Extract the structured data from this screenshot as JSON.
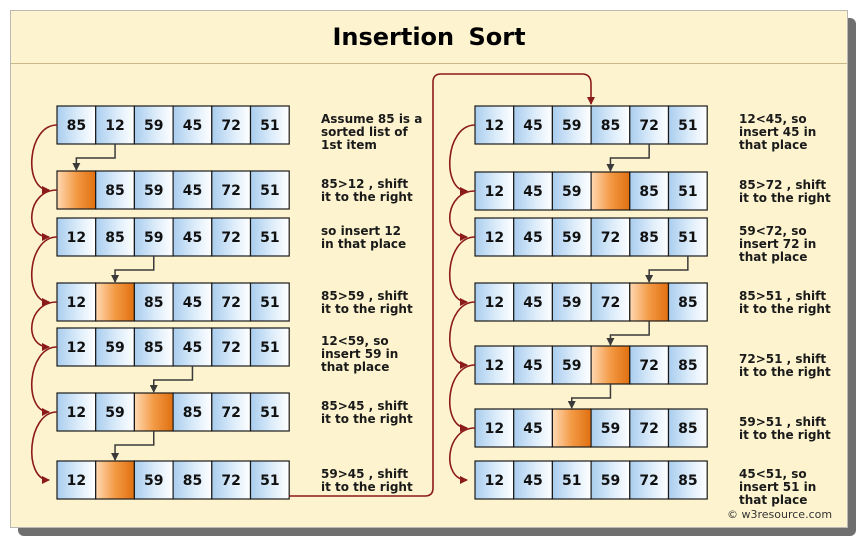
{
  "title": "Insertion Sort",
  "copyright": "© w3resource.com",
  "colors": {
    "cell_fill": "#cfe3f6",
    "cell_border": "#1a1a1a",
    "hole_fill": "#f08a2a",
    "arrow": "#8b1a1a",
    "pointer": "#3a3a3a",
    "background": "#fdf4cf"
  },
  "steps": [
    {
      "cells": [
        "85",
        "12",
        "59",
        "45",
        "72",
        "51"
      ],
      "hole": null,
      "drop_from": null,
      "note": "Assume 85 is a\nsorted list of\n1st item"
    },
    {
      "cells": [
        "",
        "85",
        "59",
        "45",
        "72",
        "51"
      ],
      "hole": 0,
      "drop_from": 1,
      "note": "85>12 , shift\nit to the right"
    },
    {
      "cells": [
        "12",
        "85",
        "59",
        "45",
        "72",
        "51"
      ],
      "hole": null,
      "drop_from": null,
      "note": "so insert 12\nin that place"
    },
    {
      "cells": [
        "12",
        "",
        "85",
        "45",
        "72",
        "51"
      ],
      "hole": 1,
      "drop_from": 2,
      "note": "85>59 , shift\nit to the right"
    },
    {
      "cells": [
        "12",
        "59",
        "85",
        "45",
        "72",
        "51"
      ],
      "hole": null,
      "drop_from": null,
      "note": "12<59, so\ninsert 59 in\nthat place"
    },
    {
      "cells": [
        "12",
        "59",
        "",
        "85",
        "72",
        "51"
      ],
      "hole": 2,
      "drop_from": 3,
      "note": "85>45 , shift\nit to the right"
    },
    {
      "cells": [
        "12",
        "",
        "59",
        "85",
        "72",
        "51"
      ],
      "hole": 1,
      "drop_from": 2,
      "note": "59>45 , shift\nit to the right"
    },
    {
      "cells": [
        "12",
        "45",
        "59",
        "85",
        "72",
        "51"
      ],
      "hole": null,
      "drop_from": null,
      "note": "12<45, so\ninsert 45 in\nthat place"
    },
    {
      "cells": [
        "12",
        "45",
        "59",
        "",
        "85",
        "51"
      ],
      "hole": 3,
      "drop_from": 4,
      "note": "85>72 , shift\nit to the right"
    },
    {
      "cells": [
        "12",
        "45",
        "59",
        "72",
        "85",
        "51"
      ],
      "hole": null,
      "drop_from": null,
      "note": "59<72, so\ninsert 72 in\nthat place"
    },
    {
      "cells": [
        "12",
        "45",
        "59",
        "72",
        "",
        "85"
      ],
      "hole": 4,
      "drop_from": 5,
      "note": "85>51 , shift\nit to the right"
    },
    {
      "cells": [
        "12",
        "45",
        "59",
        "",
        "72",
        "85"
      ],
      "hole": 3,
      "drop_from": 4,
      "note": "72>51 , shift\nit to the right"
    },
    {
      "cells": [
        "12",
        "45",
        "",
        "59",
        "72",
        "85"
      ],
      "hole": 2,
      "drop_from": 3,
      "note": "59>51 , shift\nit to the right"
    },
    {
      "cells": [
        "12",
        "45",
        "51",
        "59",
        "72",
        "85"
      ],
      "hole": null,
      "drop_from": null,
      "note": "45<51, so\ninsert 51 in\nthat place"
    }
  ]
}
